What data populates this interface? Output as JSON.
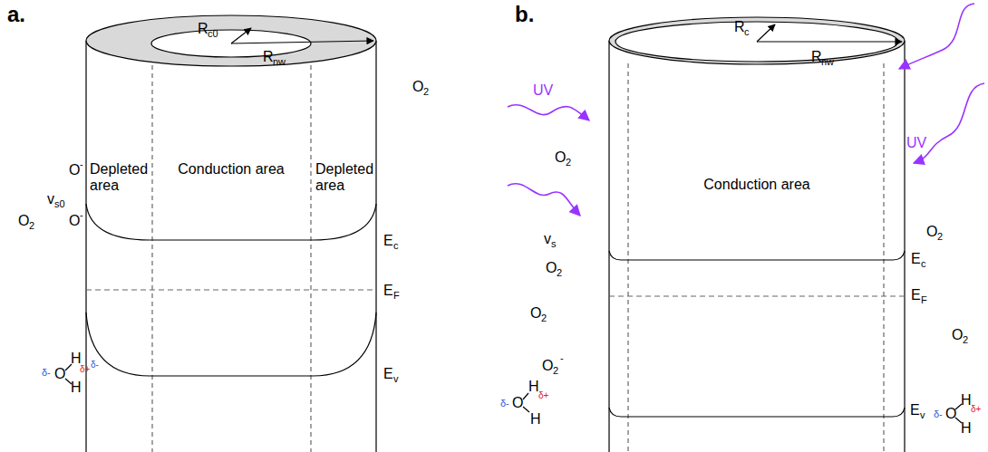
{
  "diagram": {
    "labels": [
      "a.",
      "R",
      "c0",
      "R",
      "nw",
      "Depleted area",
      "Conduction area",
      "Depleted area",
      "O",
      "2",
      "v",
      "s0",
      "O",
      "-",
      "E",
      "c",
      "O",
      "2",
      "O",
      "-",
      "E",
      "F",
      "δ-",
      "O",
      "H",
      "δ+",
      "H",
      "δ-",
      "E",
      "v",
      "b.",
      "UV",
      "UV",
      "O",
      "2",
      "R",
      "c",
      "R",
      "nw",
      "Conduction area",
      "O",
      "2",
      "v",
      "s",
      "O",
      "2",
      "E",
      "c",
      "O",
      "2",
      "E",
      "F",
      "O",
      "2",
      "O",
      "2",
      "-",
      "δ-",
      "O",
      "H",
      "δ+",
      "H",
      "δ-",
      "O",
      "H",
      "δ+",
      "H",
      "E",
      "v"
    ]
  }
}
